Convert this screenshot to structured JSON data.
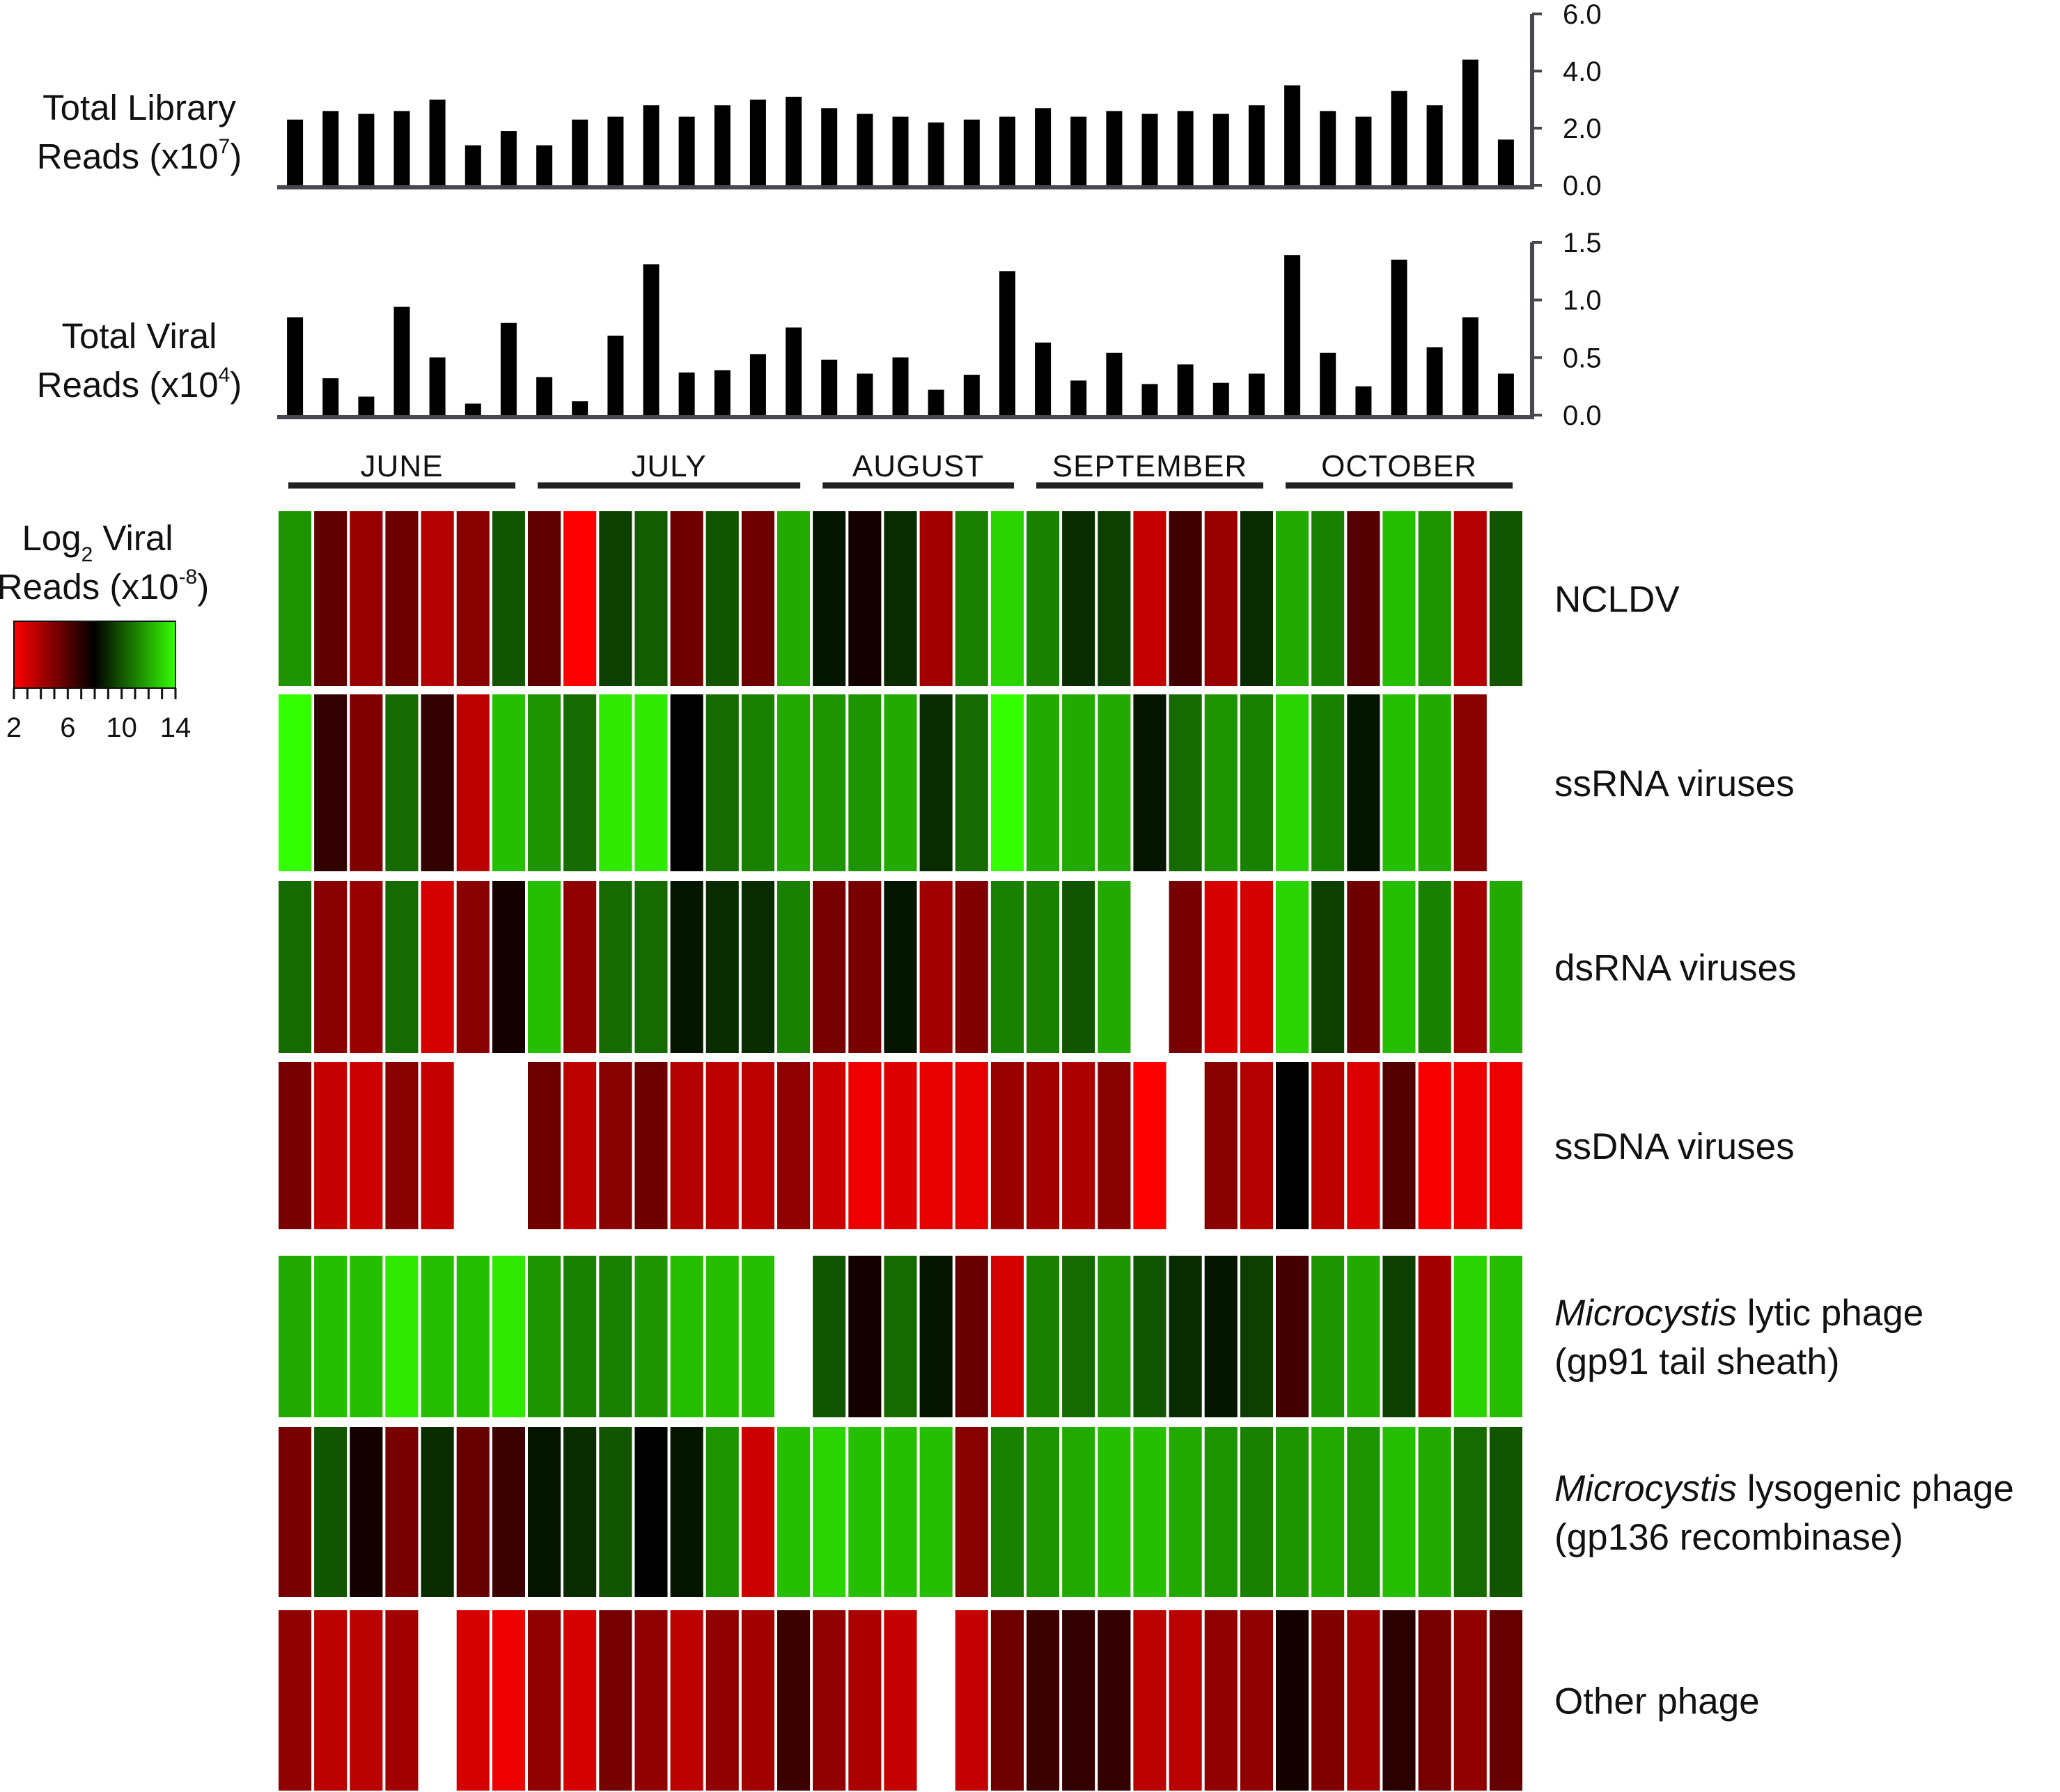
{
  "chart_data": [
    {
      "type": "bar",
      "panel": "library",
      "ylabel_line1": "Total Library",
      "ylabel_line2_prefix": "Reads (x10",
      "ylabel_line2_exp": "7",
      "ylabel_line2_suffix": ")",
      "ylim": [
        0,
        6
      ],
      "yticks": [
        "6.0",
        "4.0",
        "2.0",
        "0.0"
      ],
      "values": [
        2.3,
        2.6,
        2.5,
        2.6,
        3.0,
        1.4,
        1.9,
        1.4,
        2.3,
        2.4,
        2.8,
        2.4,
        2.8,
        3.0,
        3.1,
        2.7,
        2.5,
        2.4,
        2.2,
        2.3,
        2.4,
        2.7,
        2.4,
        2.6,
        2.5,
        2.6,
        2.5,
        2.8,
        3.5,
        2.6,
        2.4,
        3.3,
        2.8,
        4.4,
        1.6
      ]
    },
    {
      "type": "bar",
      "panel": "viral",
      "ylabel_line1": "Total Viral",
      "ylabel_line2_prefix": "Reads (x10",
      "ylabel_line2_exp": "4",
      "ylabel_line2_suffix": ")",
      "ylim": [
        0,
        1.5
      ],
      "yticks": [
        "1.5",
        "1.0",
        "0.5",
        "0.0"
      ],
      "values": [
        0.85,
        0.32,
        0.16,
        0.94,
        0.5,
        0.1,
        0.8,
        0.33,
        0.12,
        0.69,
        1.31,
        0.37,
        0.39,
        0.53,
        0.76,
        0.48,
        0.36,
        0.5,
        0.22,
        0.35,
        1.25,
        0.63,
        0.3,
        0.54,
        0.27,
        0.44,
        0.28,
        0.36,
        1.39,
        0.54,
        0.25,
        1.35,
        0.59,
        0.85,
        0.36
      ]
    },
    {
      "type": "heatmap",
      "panel": "heatmap",
      "legend": {
        "title_line1_prefix": "Log",
        "title_line1_sub": "2",
        "title_line1_suffix": " Viral",
        "title_line2_prefix": "Reads (x10",
        "title_line2_exp": "-8",
        "title_line2_suffix": ")",
        "ticks": [
          "2",
          "6",
          "10",
          "14"
        ],
        "range": [
          2,
          14
        ],
        "colors": [
          "#ff0000",
          "#000000",
          "#33ff00"
        ]
      },
      "months": [
        {
          "label": "JUNE",
          "first": 0,
          "last": 6
        },
        {
          "label": "JULY",
          "first": 7,
          "last": 14
        },
        {
          "label": "AUGUST",
          "first": 15,
          "last": 20
        },
        {
          "label": "SEPTEMBER",
          "first": 21,
          "last": 27
        },
        {
          "label": "OCTOBER",
          "first": 28,
          "last": 34
        }
      ],
      "rows": [
        {
          "label": "NCLDV",
          "values": [
            11.5,
            5.8,
            4.4,
            5.4,
            3.8,
            4.8,
            10.0,
            5.8,
            2.0,
            9.5,
            10.2,
            5.4,
            10.0,
            5.4,
            12.0,
            8.5,
            7.5,
            9.0,
            4.2,
            11.0,
            13.0,
            11.0,
            9.0,
            9.5,
            3.4,
            6.5,
            4.4,
            9.0,
            12.0,
            11.0,
            6.0,
            12.5,
            11.5,
            3.8,
            10.0
          ]
        },
        {
          "label": "ssRNA viruses",
          "values": [
            14.0,
            6.8,
            5.0,
            10.5,
            6.8,
            3.6,
            12.5,
            11.5,
            10.5,
            13.5,
            13.5,
            8.0,
            10.5,
            11.0,
            12.0,
            11.5,
            11.5,
            12.0,
            9.0,
            10.5,
            14.0,
            12.0,
            12.0,
            12.0,
            8.5,
            10.5,
            11.5,
            11.0,
            13.0,
            11.0,
            8.5,
            12.5,
            12.0,
            4.8,
            null
          ]
        },
        {
          "label": "dsRNA viruses",
          "values": [
            10.5,
            4.8,
            4.4,
            10.5,
            3.0,
            4.8,
            7.5,
            12.5,
            4.6,
            10.5,
            10.5,
            8.5,
            9.0,
            9.0,
            11.0,
            5.2,
            5.2,
            8.5,
            4.2,
            5.0,
            11.0,
            11.0,
            10.0,
            12.0,
            null,
            5.2,
            2.9,
            3.0,
            13.0,
            9.5,
            5.4,
            12.5,
            11.0,
            4.2,
            12.0
          ]
        },
        {
          "label": "ssDNA viruses",
          "values": [
            5.2,
            3.4,
            3.2,
            4.8,
            3.4,
            null,
            null,
            5.4,
            3.6,
            4.8,
            5.4,
            3.8,
            3.6,
            3.6,
            4.6,
            3.2,
            2.4,
            2.8,
            2.6,
            2.6,
            4.4,
            4.2,
            4.0,
            4.8,
            2.0,
            null,
            4.8,
            3.8,
            8.0,
            3.6,
            2.8,
            6.0,
            2.2,
            2.4,
            2.4
          ]
        },
        {
          "label_italic": "Microcystis",
          "label_rest": " lytic phage",
          "label_line2": "(gp91 tail sheath)",
          "values": [
            12.0,
            12.5,
            12.5,
            13.5,
            12.5,
            12.5,
            13.5,
            11.5,
            11.0,
            11.0,
            11.5,
            12.5,
            12.5,
            12.5,
            null,
            10.0,
            7.5,
            10.5,
            8.5,
            5.6,
            3.0,
            11.0,
            10.5,
            11.5,
            10.0,
            9.0,
            8.5,
            9.5,
            6.4,
            11.5,
            12.0,
            9.5,
            4.2,
            13.0,
            12.5
          ]
        },
        {
          "label_italic": "Microcystis",
          "label_rest": " lysogenic phage",
          "label_line2": "(gp136 recombinase)",
          "values": [
            5.2,
            10.0,
            7.5,
            5.2,
            9.0,
            5.6,
            6.6,
            8.5,
            9.0,
            10.0,
            8.0,
            8.5,
            11.5,
            3.2,
            12.5,
            13.0,
            12.5,
            12.5,
            12.5,
            4.8,
            11.0,
            11.5,
            12.0,
            12.5,
            12.5,
            12.0,
            11.5,
            11.0,
            11.5,
            12.0,
            11.5,
            12.5,
            12.0,
            10.5,
            10.0
          ]
        },
        {
          "label": "Other phage",
          "values": [
            4.6,
            3.6,
            3.6,
            4.2,
            null,
            3.0,
            2.4,
            4.6,
            3.0,
            5.2,
            4.6,
            3.6,
            4.6,
            4.2,
            6.6,
            4.6,
            4.0,
            3.4,
            null,
            3.4,
            5.4,
            6.6,
            6.8,
            6.8,
            3.6,
            3.6,
            4.6,
            4.6,
            7.5,
            5.0,
            4.2,
            7.0,
            5.2,
            4.6,
            5.6
          ]
        }
      ]
    }
  ]
}
